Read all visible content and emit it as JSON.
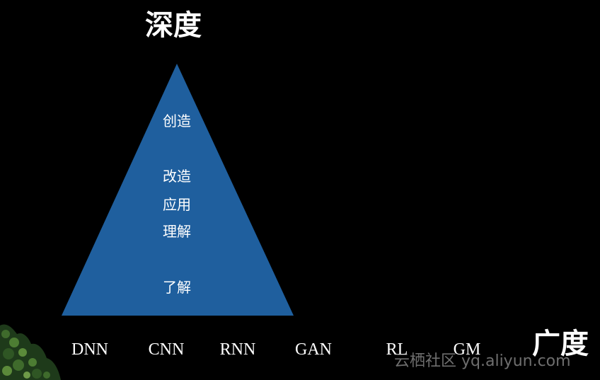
{
  "axes": {
    "depth_label": "深度",
    "breadth_label": "广度"
  },
  "pyramid": {
    "fill_color": "#1f5f9e",
    "levels": [
      "创造",
      "改造",
      "应用",
      "理解",
      "了解"
    ]
  },
  "models": [
    "DNN",
    "CNN",
    "RNN",
    "GAN",
    "RL",
    "GM"
  ],
  "watermark": "云栖社区 yq.aliyun.com"
}
